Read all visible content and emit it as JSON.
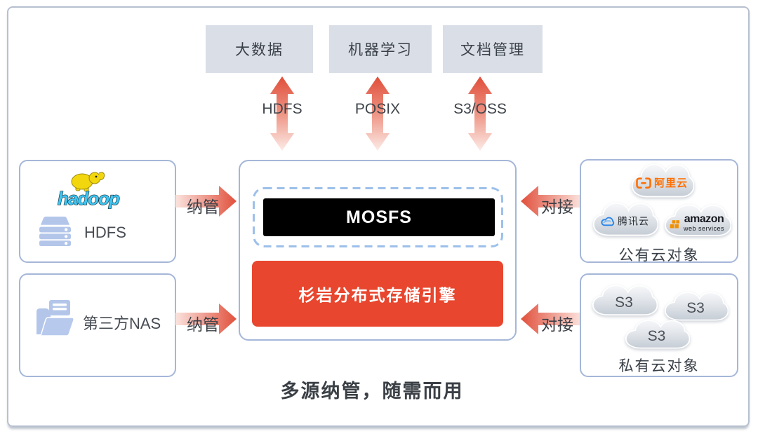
{
  "top_apps": [
    {
      "label": "大数据"
    },
    {
      "label": "机器学习"
    },
    {
      "label": "文档管理"
    }
  ],
  "protocols": [
    {
      "label": "HDFS"
    },
    {
      "label": "POSIX"
    },
    {
      "label": "S3/OSS"
    }
  ],
  "flows": {
    "manage": "纳管",
    "connect": "对接"
  },
  "left_sources": {
    "hadoop": {
      "logo_text": "hadoop",
      "label": "HDFS"
    },
    "nas": {
      "label": "第三方NAS"
    }
  },
  "center": {
    "file_system": "MOSFS",
    "engine": "杉岩分布式存储引擎"
  },
  "right_targets": {
    "public_cloud": {
      "title": "公有云对象",
      "providers": {
        "aliyun": "阿里云",
        "tencent": "腾讯云",
        "aws": "amazon",
        "aws_sub": "web services"
      }
    },
    "private_cloud": {
      "title": "私有云对象",
      "nodes": [
        "S3",
        "S3",
        "S3"
      ]
    }
  },
  "caption": "多源纳管，随需而用",
  "icons": {
    "hadoop": "elephant-icon",
    "hdfs": "server-stack-icon",
    "nas": "open-folder-icon",
    "aliyun": "brackets-dash-icon",
    "tencent": "double-cloud-icon",
    "aws": "cubes-icon",
    "cloud_shape": "cloud-icon",
    "arrows": "gradient-arrow"
  },
  "colors": {
    "engine_red": "#e8462e",
    "mosfs_black": "#000000",
    "arrow_red": "#e1503c",
    "app_box_gray": "#d9dee7",
    "box_border_blue": "#a5b6d8",
    "dashed_blue": "#9cc0ea",
    "aliyun_orange": "#ff6f00",
    "aws_orange": "#f19000",
    "tencent_blue": "#2a85e8"
  }
}
